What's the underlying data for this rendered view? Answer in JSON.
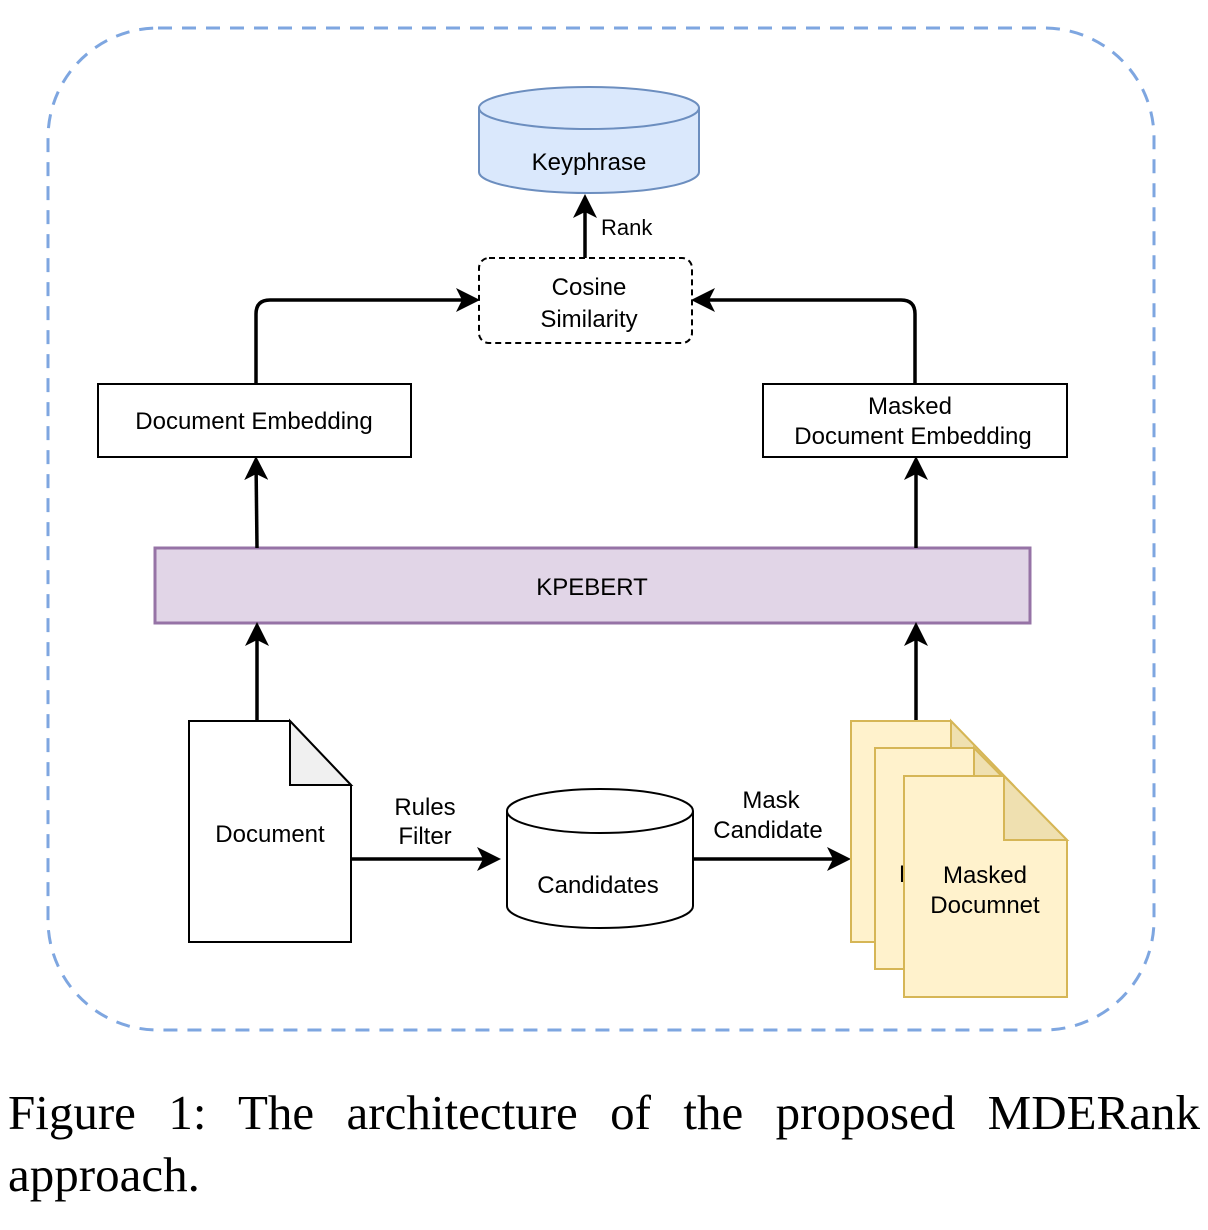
{
  "diagram": {
    "nodes": {
      "keyphrase": "Keyphrase",
      "cosine_line1": "Cosine",
      "cosine_line2": "Similarity",
      "doc_embedding": "Document Embedding",
      "masked_embedding_line1": "Masked",
      "masked_embedding_line2": "Document Embedding",
      "kpebert": "KPEBERT",
      "document": "Document",
      "candidates": "Candidates",
      "masked_doc_back": "D",
      "masked_doc_line1": "Masked",
      "masked_doc_line2": "Documnet"
    },
    "edge_labels": {
      "rank": "Rank",
      "rules_filter_line1": "Rules",
      "rules_filter_line2": "Filter",
      "mask_candidate_line1": "Mask",
      "mask_candidate_line2": "Candidate"
    },
    "colors": {
      "container_border": "#7ea6e0",
      "keyphrase_fill": "#dae8fc",
      "keyphrase_stroke": "#6c8ebf",
      "kpebert_fill": "#e1d5e7",
      "kpebert_stroke": "#9673a6",
      "masked_doc_fill": "#fff2cc",
      "masked_doc_stroke": "#d6b656"
    }
  },
  "caption": "Figure 1: The architecture of the proposed MDERank approach."
}
